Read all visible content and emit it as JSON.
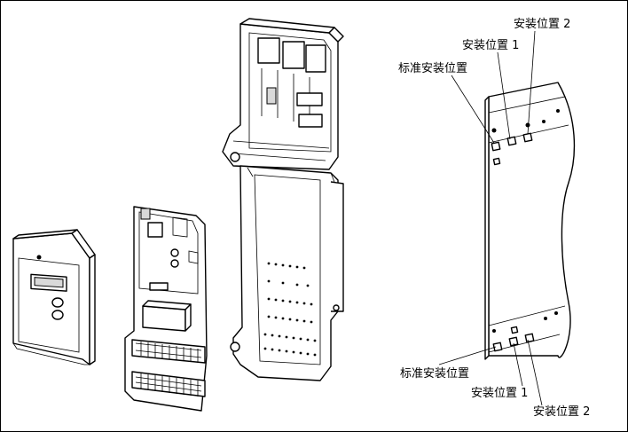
{
  "callouts": {
    "top": {
      "standard": "标准安装位置",
      "pos1": "安装位置 1",
      "pos2": "安装位置 2"
    },
    "bottom": {
      "standard": "标准安装位置",
      "pos1": "安装位置 1",
      "pos2": "安装位置 2"
    }
  }
}
